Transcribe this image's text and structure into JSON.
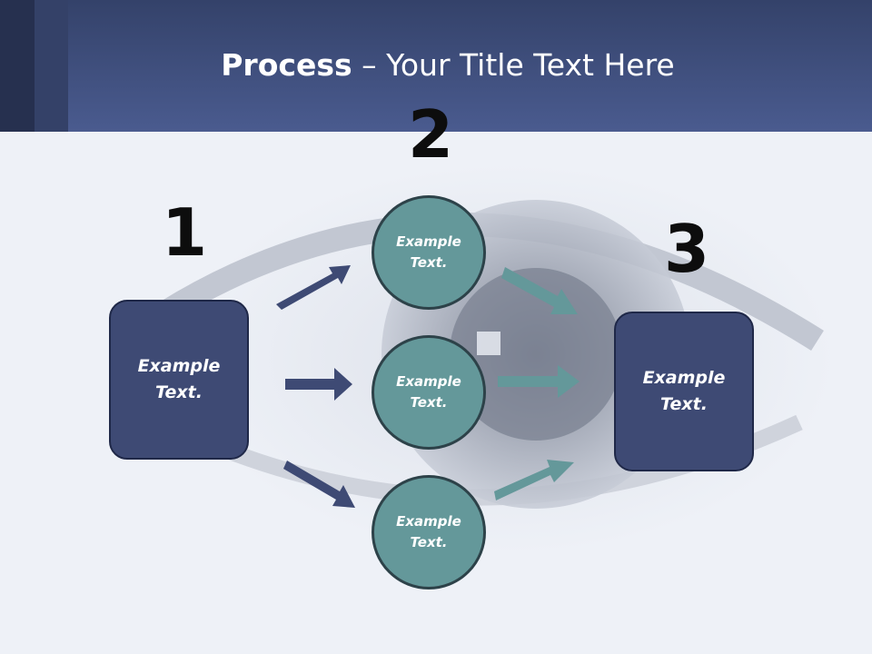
{
  "title": {
    "bold": "Process",
    "rest": " – Your Title Text Here"
  },
  "steps": {
    "one": "1",
    "two": "2",
    "three": "3"
  },
  "left_box": {
    "text": "Example Text."
  },
  "right_box": {
    "text": "Example Text."
  },
  "circles": [
    {
      "text": "Example Text."
    },
    {
      "text": "Example Text."
    },
    {
      "text": "Example Text."
    }
  ],
  "colors": {
    "header": "#4a5b8f",
    "box_fill": "#3e4a74",
    "circle_fill": "#64989a",
    "left_arrows": "#3e4a74",
    "right_arrows": "#64989a"
  }
}
